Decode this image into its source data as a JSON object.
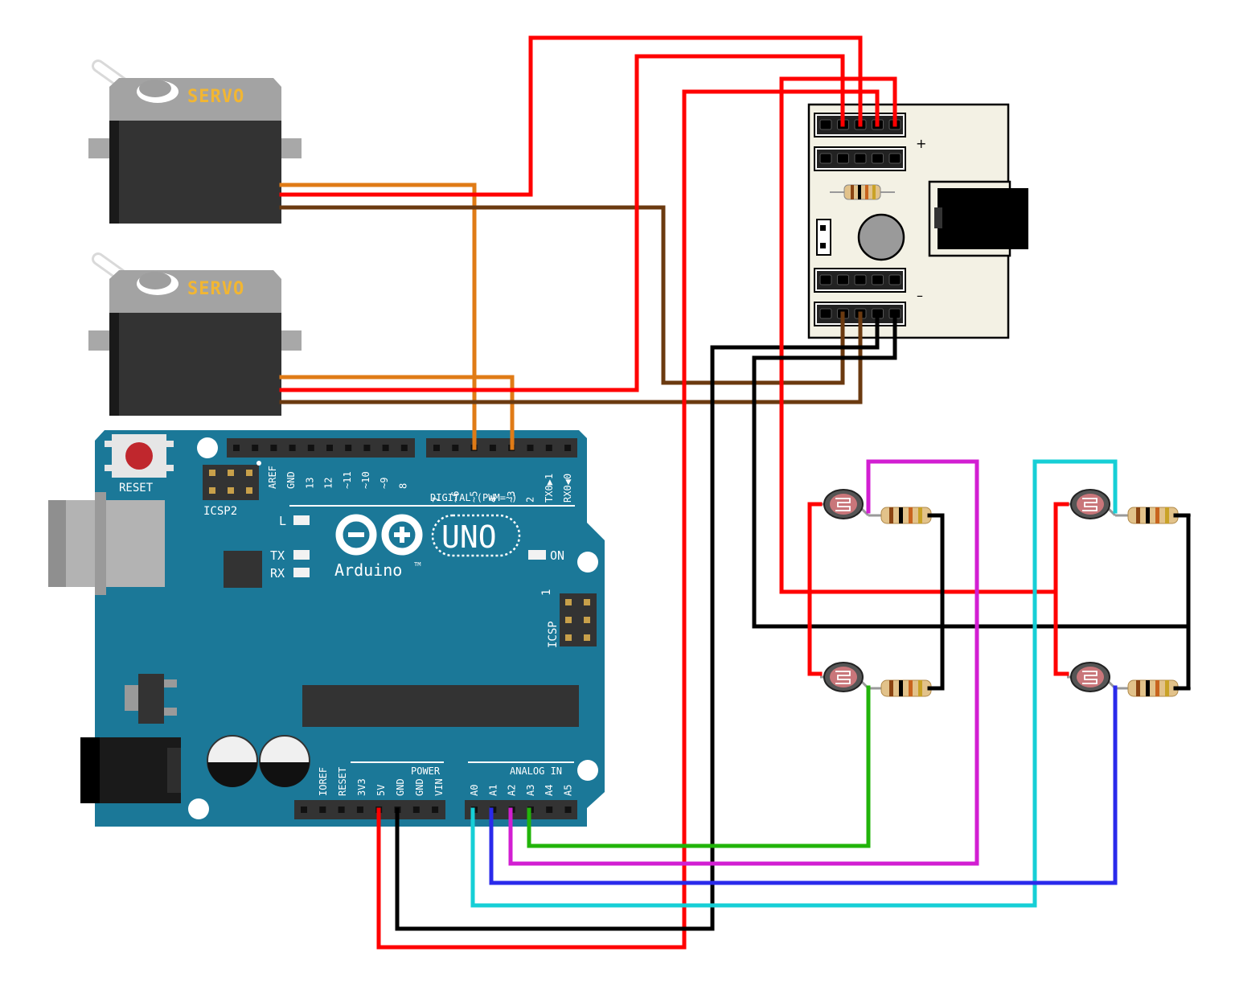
{
  "colors": {
    "board": "#1b7898",
    "wire_red": "#ff0000",
    "wire_black": "#000000",
    "wire_orange": "#e07b16",
    "wire_brown": "#6b3a10",
    "wire_green": "#22b40a",
    "wire_magenta": "#d21ed2",
    "wire_blue": "#2a2aeb",
    "wire_cyan": "#16cfd6"
  },
  "servo_label": "SERVO",
  "arduino": {
    "reset": "RESET",
    "icsp2": "ICSP2",
    "icsp": "ICSP",
    "icsp_pin1": "1",
    "led_l": "L",
    "led_tx": "TX",
    "led_rx": "RX",
    "led_on": "ON",
    "uno": "UNO",
    "brand": "Arduino",
    "tm": "TM",
    "digital_title": "DIGITAL (PWM=~)",
    "power_title": "POWER",
    "analog_title": "ANALOG IN",
    "digital_pins_left": [
      "AREF",
      "GND",
      "13",
      "12",
      "~11",
      "~10",
      "~9",
      "8"
    ],
    "digital_pins_right": [
      "7",
      "~6",
      "~5",
      "4",
      "~3",
      "2",
      "TX0▶1",
      "RX0◀0"
    ],
    "power_pins": [
      "IOREF",
      "RESET",
      "3V3",
      "5V",
      "GND",
      "GND",
      "VIN"
    ],
    "analog_pins": [
      "A0",
      "A1",
      "A2",
      "A3",
      "A4",
      "A5"
    ]
  },
  "power_module": {
    "plus": "+",
    "minus": "–"
  }
}
